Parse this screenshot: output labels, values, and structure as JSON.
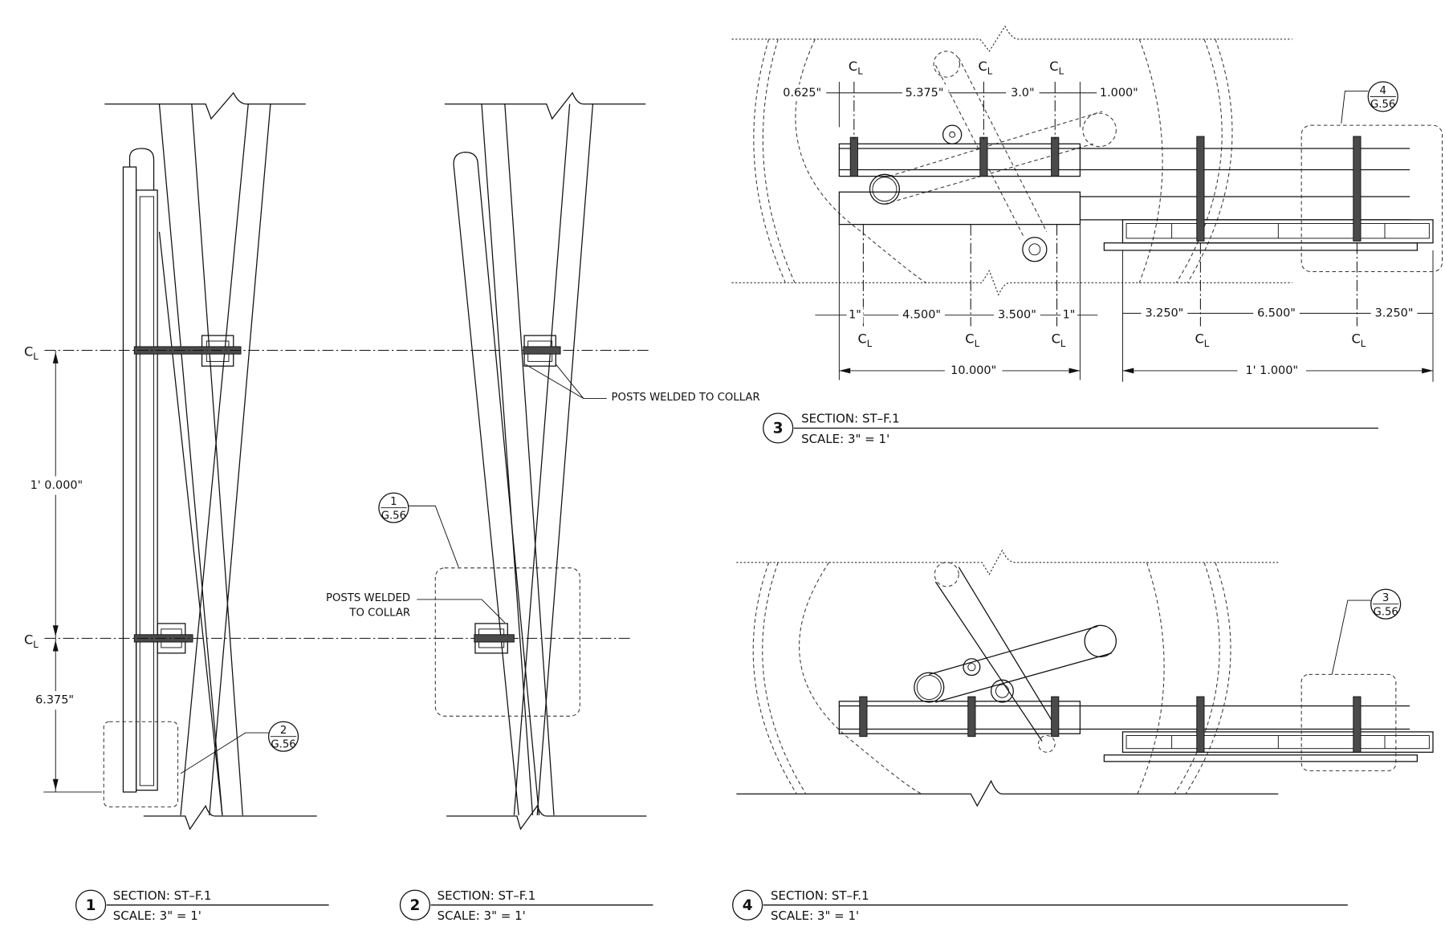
{
  "centerline": {
    "c": "C",
    "l": "L"
  },
  "sections": [
    {
      "number": "1",
      "title": "SECTION: ST–F.1",
      "scale": "SCALE: 3\" = 1'"
    },
    {
      "number": "2",
      "title": "SECTION: ST–F.1",
      "scale": "SCALE: 3\" = 1'"
    },
    {
      "number": "3",
      "title": "SECTION: ST–F.1",
      "scale": "SCALE: 3\" = 1'"
    },
    {
      "number": "4",
      "title": "SECTION: ST–F.1",
      "scale": "SCALE: 3\" = 1'"
    }
  ],
  "callouts": [
    {
      "detail": "2",
      "sheet": "G.56"
    },
    {
      "detail": "1",
      "sheet": "G.56"
    },
    {
      "detail": "4",
      "sheet": "G.56"
    },
    {
      "detail": "3",
      "sheet": "G.56"
    }
  ],
  "notes": {
    "posts_welded_single": "POSTS WELDED TO COLLAR",
    "posts_welded_line1": "POSTS WELDED",
    "posts_welded_line2": "TO COLLAR"
  },
  "dimensions": {
    "section1": {
      "vertical_total": "1' 0.000\"",
      "vertical_bottom": "6.375\""
    },
    "section3_top": [
      "0.625\"",
      "5.375\"",
      "3.0\"",
      "1.000\""
    ],
    "section3_bottom_left": [
      "1\"",
      "4.500\"",
      "3.500\"",
      "1\""
    ],
    "section3_bottom_right": [
      "3.250\"",
      "6.500\"",
      "3.250\""
    ],
    "section3_overall": [
      "10.000\"",
      "1' 1.000\""
    ]
  }
}
